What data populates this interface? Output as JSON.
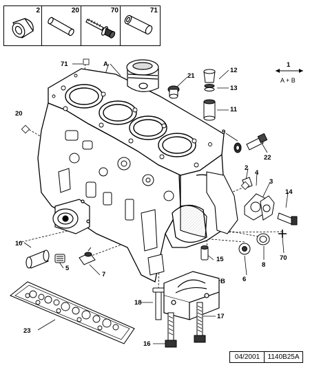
{
  "legend": [
    {
      "ref": "2",
      "icon": "cap-dowel-icon"
    },
    {
      "ref": "20",
      "icon": "dowel-pin-icon"
    },
    {
      "ref": "70",
      "icon": "bolt-with-washer-icon"
    },
    {
      "ref": "71",
      "icon": "hollow-dowel-icon"
    }
  ],
  "callouts": {
    "p71_top": "71",
    "pA": "A",
    "p21": "21",
    "p12": "12",
    "p13": "13",
    "p11": "11",
    "p20_left": "20",
    "p9": "9",
    "p22": "22",
    "p2_right": "2",
    "p4": "4",
    "p3": "3",
    "p14": "14",
    "p70_right": "70",
    "p10": "10",
    "p5": "5",
    "p7": "7",
    "p15": "15",
    "p6": "6",
    "p8": "8",
    "pB": "B",
    "p18": "18",
    "p17": "17",
    "p23": "23",
    "p16": "16"
  },
  "orientation": {
    "number": "1",
    "label": "A + B"
  },
  "footer": {
    "date": "04/2001",
    "reference": "1140B25A"
  }
}
